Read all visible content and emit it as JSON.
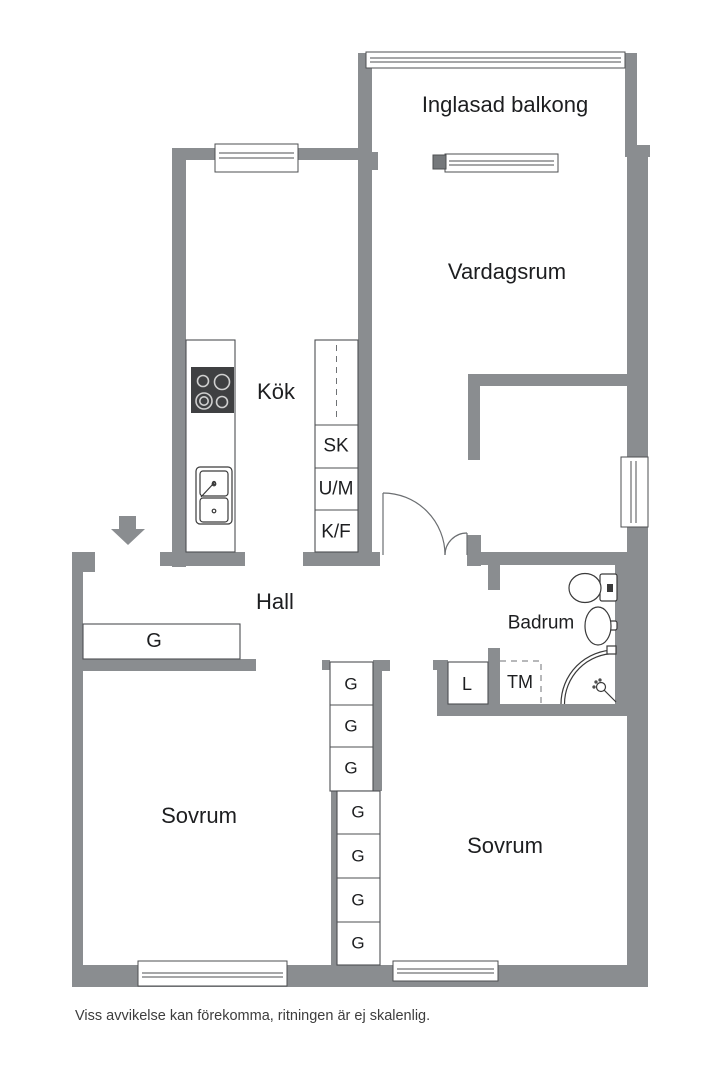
{
  "floorplan": {
    "labels": {
      "balcony": "Inglasad balkong",
      "living_room": "Vardagsrum",
      "kitchen": "Kök",
      "hall": "Hall",
      "bathroom": "Badrum",
      "bedroom_left": "Sovrum",
      "bedroom_right": "Sovrum",
      "hall_wardrobe": "G",
      "cabinet_sk": "SK",
      "cabinet_um": "U/M",
      "cabinet_kf": "K/F",
      "linen_closet": "L",
      "washing_machine": "TM"
    },
    "wardrobe_column": [
      "G",
      "G",
      "G",
      "G",
      "G",
      "G",
      "G"
    ],
    "disclaimer": "Viss avvikelse kan förekomma, ritningen är ej skalenlig.",
    "colors": {
      "wall": "#8a8d90",
      "line": "#4d4f52",
      "cap": "#75787b",
      "stove": "#3f4042",
      "text": "#1d1e20",
      "note": "#3d3d3d"
    }
  }
}
